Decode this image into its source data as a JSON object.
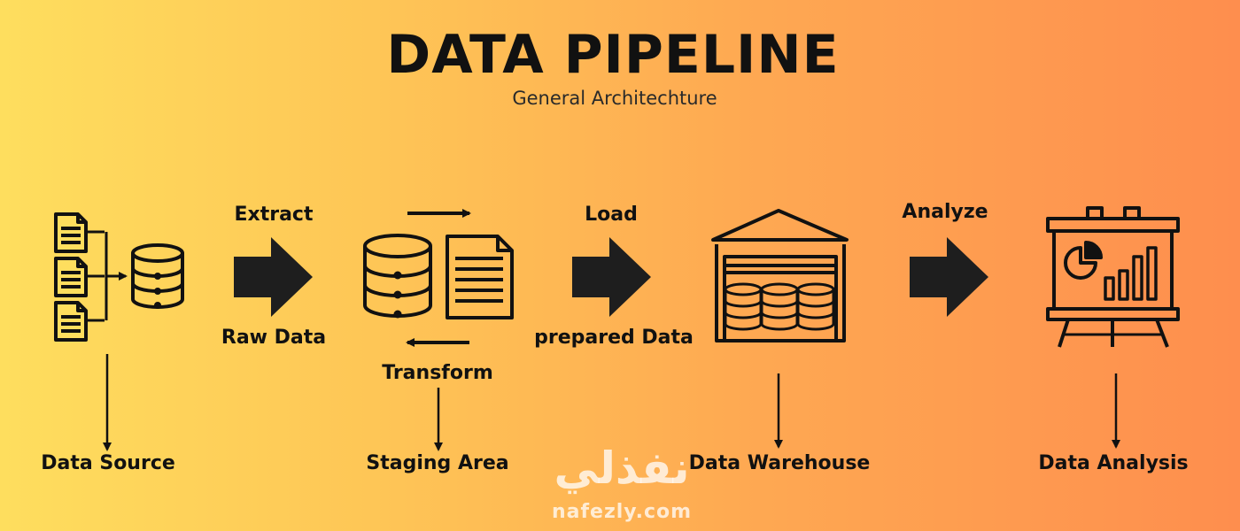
{
  "header": {
    "title": "DATA PIPELINE",
    "subtitle": "General Architechture"
  },
  "stages": {
    "source": "Data Source",
    "staging": "Staging Area",
    "warehouse": "Data Warehouse",
    "analysis": "Data Analysis"
  },
  "flows": {
    "extract": "Extract",
    "raw_data": "Raw Data",
    "transform": "Transform",
    "load": "Load",
    "prepared_data": "prepared Data",
    "analyze": "Analyze"
  },
  "icons": {
    "source": "documents-database-icon",
    "staging": "database-document-icon",
    "warehouse": "warehouse-icon",
    "analysis": "presentation-board-icon"
  },
  "watermark": {
    "arabic": "نفذلي",
    "latin": "nafezly.com"
  },
  "colors": {
    "gradient_start": "#fede5e",
    "gradient_end": "#fe8e4e",
    "ink": "#111111"
  }
}
